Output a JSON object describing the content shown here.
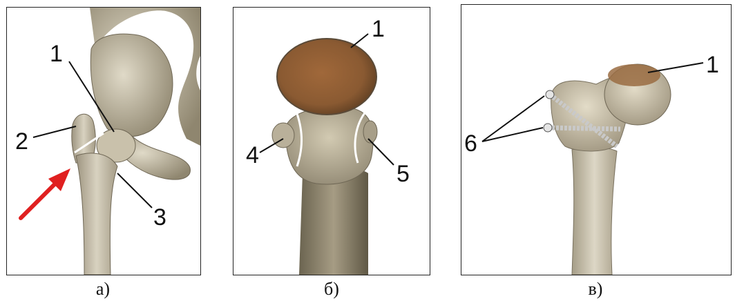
{
  "panels": [
    {
      "caption": "а)",
      "labels": [
        "1",
        "2",
        "3"
      ]
    },
    {
      "caption": "б)",
      "labels": [
        "1",
        "4",
        "5"
      ]
    },
    {
      "caption": "в)",
      "labels": [
        "1",
        "6"
      ]
    }
  ],
  "colors": {
    "bone_light": "#d9d3c2",
    "bone_mid": "#b8ae96",
    "bone_dark": "#7e7562",
    "head_brown": "#8a5a32",
    "arrow_red": "#e02020",
    "fracture_line": "#ffffff",
    "screw": "#c9c9c9"
  }
}
